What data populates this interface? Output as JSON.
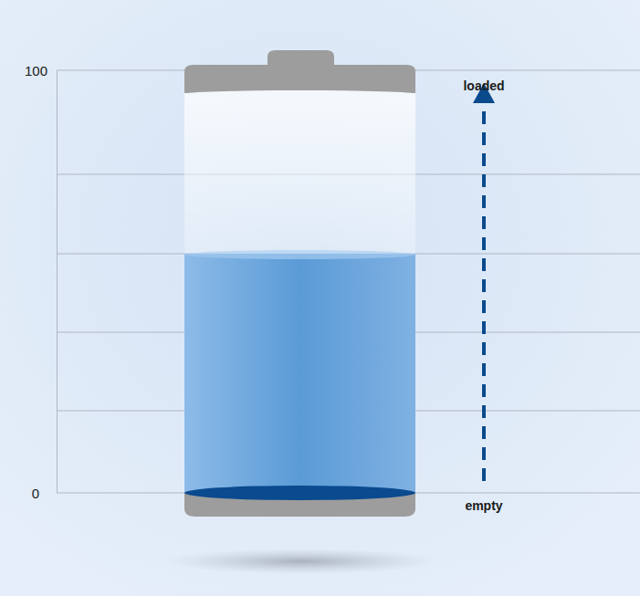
{
  "diagram": {
    "labels": [
      "100",
      "0",
      "loaded",
      "empty"
    ]
  }
}
